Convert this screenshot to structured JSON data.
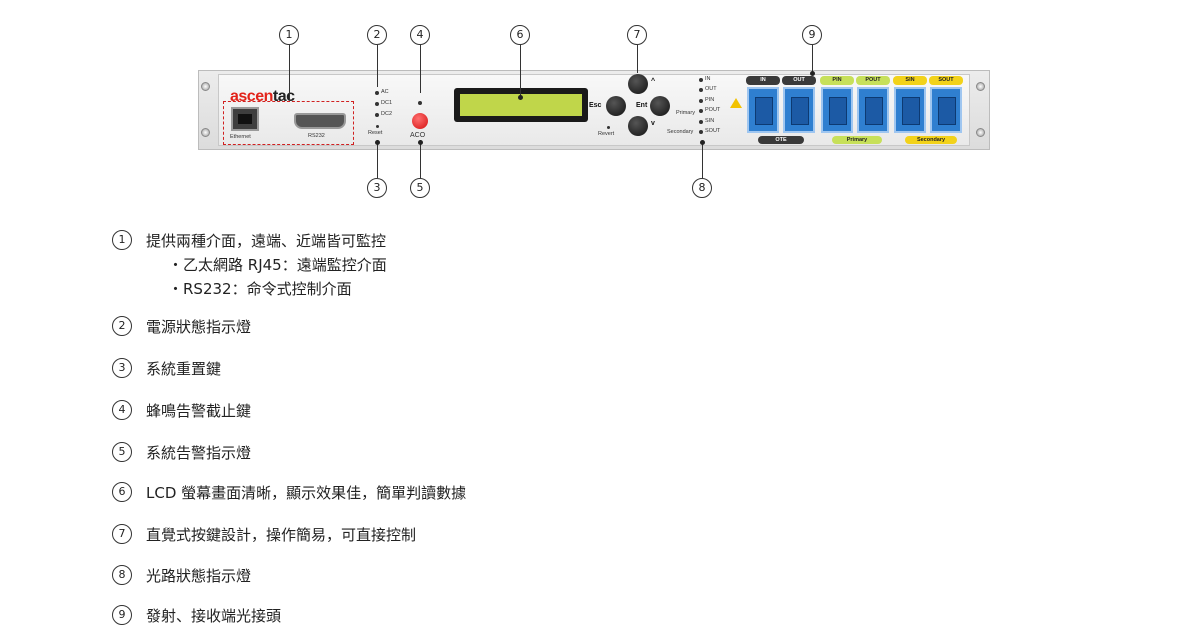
{
  "device": {
    "brand_left": "ascen",
    "brand_right": "tac",
    "ethernet_label": "Ethernet",
    "rs232_label": "RS232",
    "led_labels": [
      "AC",
      "DC1",
      "DC2"
    ],
    "reset_label": "Reset",
    "aco_label": "ACO",
    "revert_label": "Revert",
    "keys": {
      "esc": "Esc",
      "ent": "Ent",
      "up": "^",
      "down": "v"
    },
    "status_leds": [
      "IN",
      "OUT",
      "PIN",
      "POUT",
      "SIN",
      "SOUT"
    ],
    "primary_label": "Primary",
    "secondary_label": "Secondary",
    "port_headers": [
      "IN",
      "OUT",
      "PIN",
      "POUT",
      "SIN",
      "SOUT"
    ],
    "port_footers": [
      "OTE",
      "Primary",
      "Secondary"
    ],
    "colors": {
      "brand_red": "#e2231a",
      "lcd_green": "#c0d64a",
      "port_blue": "#2f7fd0",
      "aco_red": "#d41010"
    }
  },
  "callouts": [
    "1",
    "2",
    "3",
    "4",
    "5",
    "6",
    "7",
    "8",
    "9"
  ],
  "legend": [
    {
      "num": "1",
      "text": "提供兩種介面，遠端、近端皆可監控",
      "sub": [
        "・乙太網路 RJ45：遠端監控介面",
        "・RS232：命令式控制介面"
      ]
    },
    {
      "num": "2",
      "text": "電源狀態指示燈"
    },
    {
      "num": "3",
      "text": "系統重置鍵"
    },
    {
      "num": "4",
      "text": "蜂鳴告警截止鍵"
    },
    {
      "num": "5",
      "text": "系統告警指示燈"
    },
    {
      "num": "6",
      "text": "LCD 螢幕畫面清晰，顯示效果佳，簡單判讀數據"
    },
    {
      "num": "7",
      "text": "直覺式按鍵設計，操作簡易，可直接控制"
    },
    {
      "num": "8",
      "text": "光路狀態指示燈"
    },
    {
      "num": "9",
      "text": "發射、接收端光接頭"
    }
  ]
}
